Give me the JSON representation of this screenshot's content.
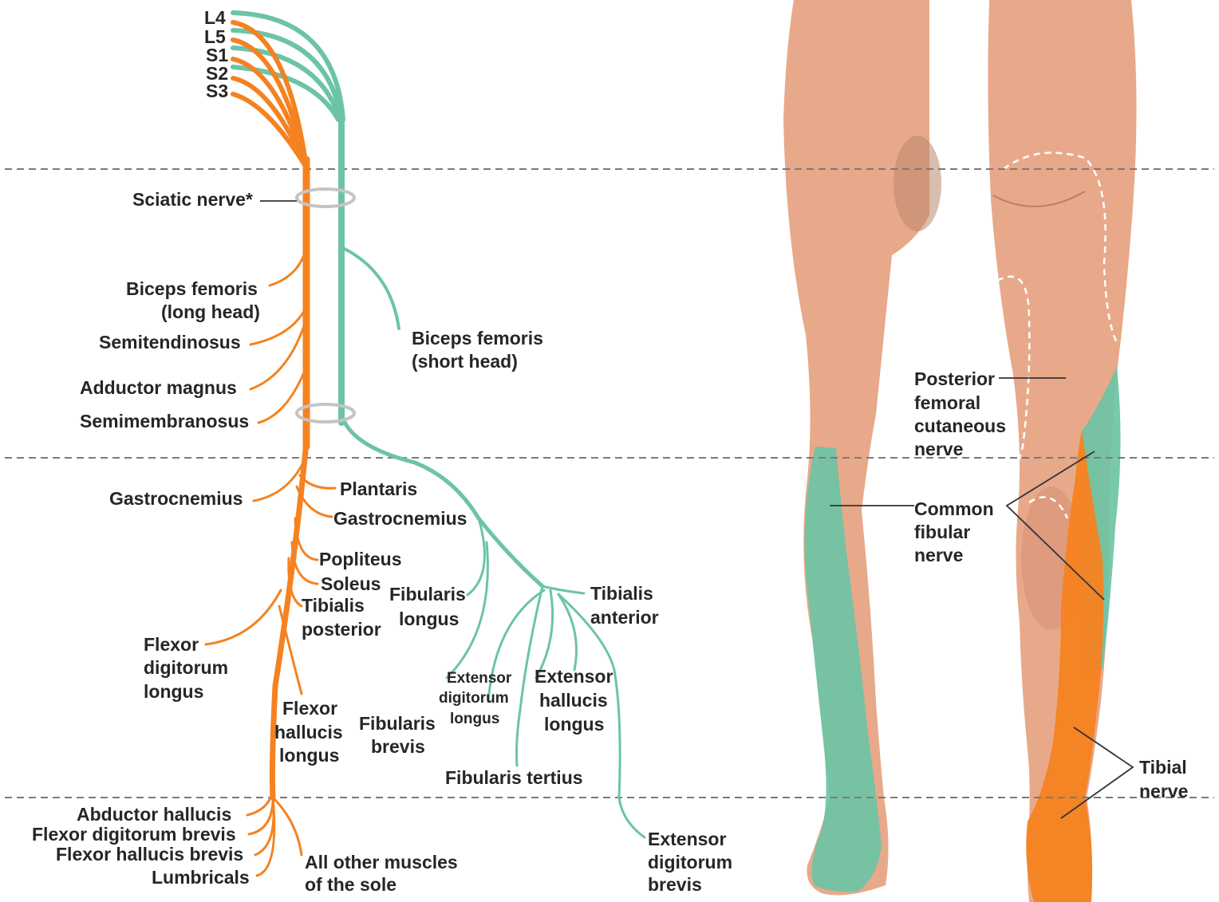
{
  "roots": [
    "L4",
    "L5",
    "S1",
    "S2",
    "S3"
  ],
  "tibial_branches": {
    "sciatic": "Sciatic nerve*",
    "biceps_long_1": "Biceps femoris",
    "biceps_long_2": "(long head)",
    "semitendinosus": "Semitendinosus",
    "adductor": "Adductor magnus",
    "semimembranosus": "Semimembranosus",
    "gastro_left": "Gastrocnemius",
    "plantaris": "Plantaris",
    "gastro_right": "Gastrocnemius",
    "popliteus": "Popliteus",
    "soleus": "Soleus",
    "tib_post_1": "Tibialis",
    "tib_post_2": "posterior",
    "fdl_1": "Flexor",
    "fdl_2": "digitorum",
    "fdl_3": "longus",
    "fhl_1": "Flexor",
    "fhl_2": "hallucis",
    "fhl_3": "longus",
    "abd_hallucis": "Abductor hallucis",
    "fdb": "Flexor digitorum brevis",
    "fhb": "Flexor hallucis brevis",
    "lumbricals": "Lumbricals",
    "sole_1": "All other muscles",
    "sole_2": "of the sole"
  },
  "fibular_branches": {
    "biceps_short_1": "Biceps femoris",
    "biceps_short_2": "(short head)",
    "fib_longus_1": "Fibularis",
    "fib_longus_2": "longus",
    "tib_ant_1": "Tibialis",
    "tib_ant_2": "anterior",
    "edl_1": "Extensor",
    "edl_2": "digitorum",
    "edl_3": "longus",
    "ehl_1": "Extensor",
    "ehl_2": "hallucis",
    "ehl_3": "longus",
    "fib_brevis_1": "Fibularis",
    "fib_brevis_2": "brevis",
    "fib_tertius": "Fibularis tertius",
    "edb_1": "Extensor",
    "edb_2": "digitorum",
    "edb_3": "brevis"
  },
  "cutaneous": {
    "pfcn_1": "Posterior",
    "pfcn_2": "femoral",
    "pfcn_3": "cutaneous",
    "pfcn_4": "nerve",
    "cfn_1": "Common",
    "cfn_2": "fibular",
    "cfn_3": "nerve",
    "tibial_1": "Tibial",
    "tibial_2": "nerve"
  },
  "colors": {
    "tibial": "#f58220",
    "common_fibular": "#6cc4a4",
    "skin": "#e8a98a"
  }
}
